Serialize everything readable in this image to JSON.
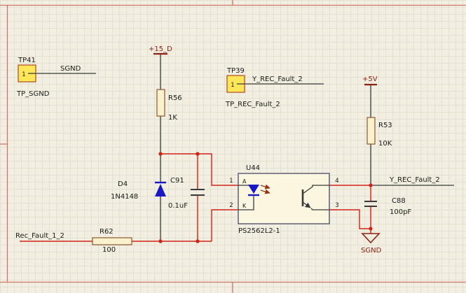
{
  "sheet": {
    "bg": "#f2efe2",
    "grid": "#e5e1d1",
    "border": "#cf7468",
    "wire": "#cf2318",
    "dark": "#3a3a3a",
    "power": "#8b2213",
    "text": "#1a1a1a",
    "comp_border": "#8a5a30",
    "comp_fill": "#fbf2cd",
    "diode_blue": "#1818c6",
    "tp_fill": "#ffe75a",
    "tp_border": "#b0481e",
    "box_fill": "#fbf6e0",
    "box_border": "#56566e",
    "arrow": "#993018"
  },
  "testpoints": {
    "tp41": {
      "designator": "TP41",
      "pin_number": "1",
      "name": "TP_SGND",
      "net_label": "SGND"
    },
    "tp39": {
      "designator": "TP39",
      "pin_number": "1",
      "name": "TP_REC_Fault_2",
      "net_label": "Y_REC_Fault_2"
    }
  },
  "power_ports": {
    "p15d": {
      "label": "+15_D"
    },
    "p5v": {
      "label": "+5V"
    },
    "sgnd": {
      "label": "SGND"
    }
  },
  "resistors": {
    "r56": {
      "designator": "R56",
      "value": "1K"
    },
    "r53": {
      "designator": "R53",
      "value": "10K"
    },
    "r62": {
      "designator": "R62",
      "value": "100"
    }
  },
  "capacitors": {
    "c91": {
      "designator": "C91",
      "value": "0.1uF"
    },
    "c88": {
      "designator": "C88",
      "value": "100pF"
    }
  },
  "diode": {
    "designator": "D4",
    "value": "1N4148"
  },
  "optocoupler": {
    "designator": "U44",
    "part_number": "PS2562L2-1",
    "pin1": "1",
    "pin2": "2",
    "pin3": "3",
    "pin4": "4",
    "anode_mark": "A",
    "cathode_mark": "K"
  },
  "net_labels": {
    "rec_fault": "Rec_Fault_1_2",
    "y_rec_fault": "Y_REC_Fault_2"
  }
}
